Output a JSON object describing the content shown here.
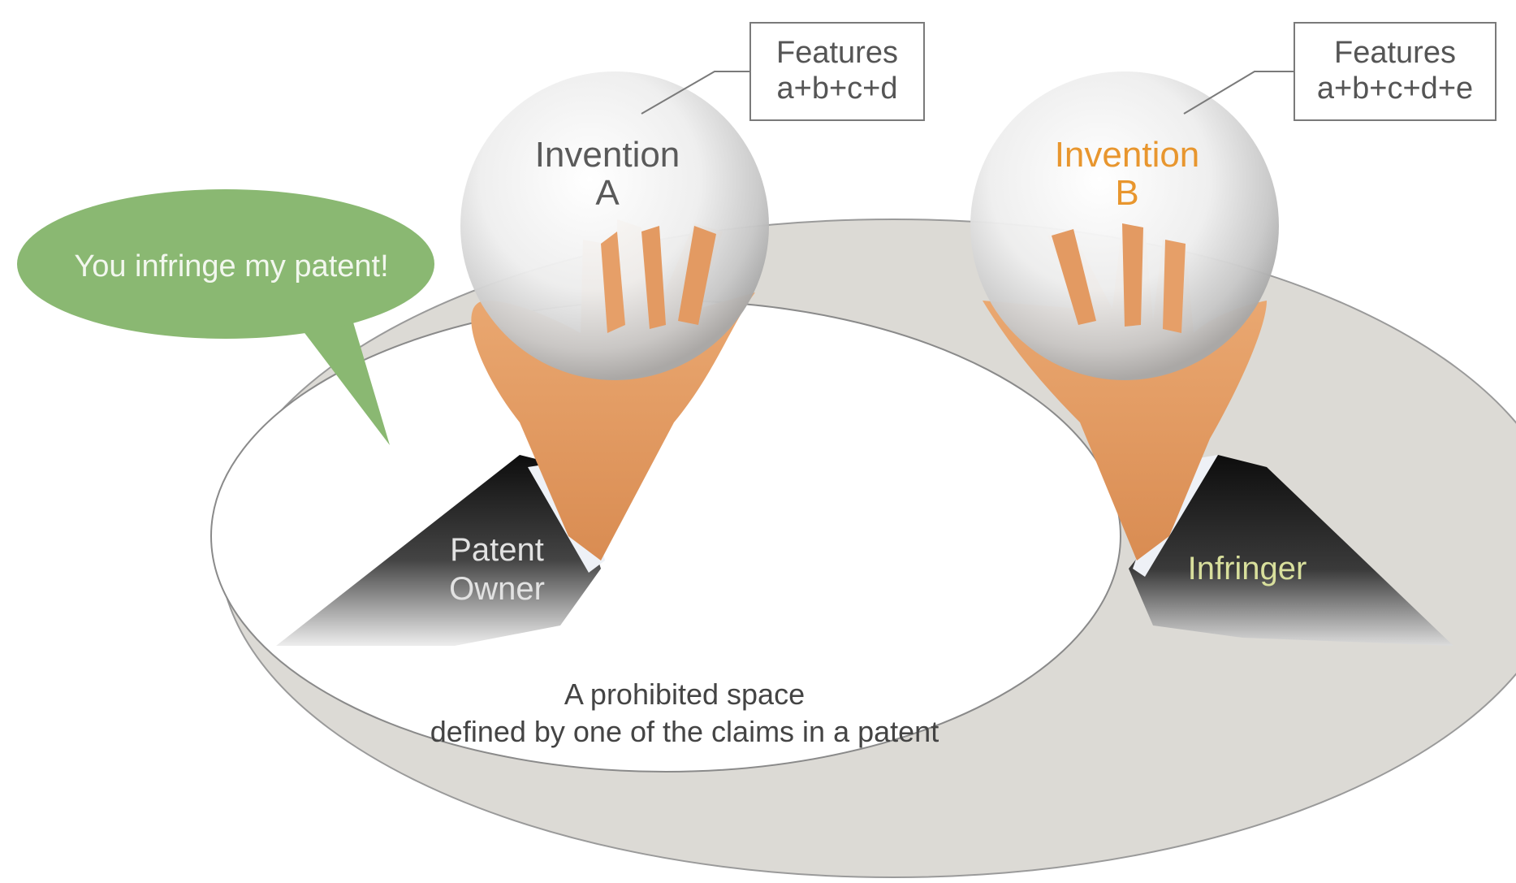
{
  "speech_bubble": {
    "text": "You infringe my patent!"
  },
  "invention_a": {
    "label_line1": "Invention",
    "label_line2": "A",
    "features_title": "Features",
    "features_value": "a+b+c+d"
  },
  "invention_b": {
    "label_line1": "Invention",
    "label_line2": "B",
    "features_title": "Features",
    "features_value": "a+b+c+d+e"
  },
  "patent_owner": {
    "line1": "Patent",
    "line2": "Owner"
  },
  "infringer": {
    "label": "Infringer"
  },
  "prohibited_space": {
    "line1": "A prohibited space",
    "line2": "defined by one of the claims in a patent"
  },
  "colors": {
    "bubble": "#8ab872",
    "invention_b_label": "#e8962e",
    "infringer_label": "#d8df9c",
    "skin": "#e6a16c",
    "ring": "#dcdad5"
  }
}
